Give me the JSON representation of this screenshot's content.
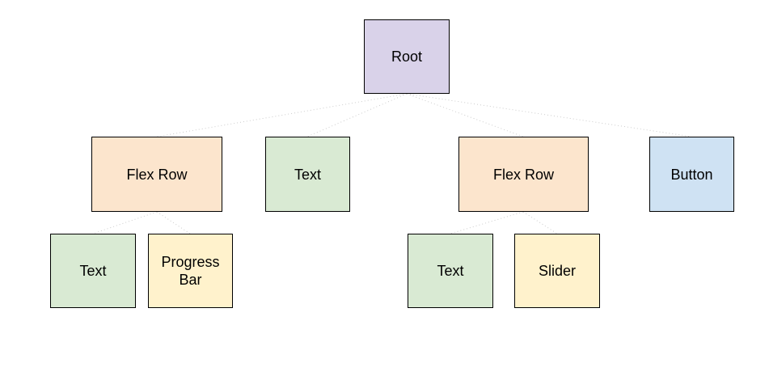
{
  "colors": {
    "root": "#d9d2e9",
    "flex_row": "#fce5cd",
    "text": "#d9ead3",
    "leaf_control": "#fff2cc",
    "button": "#cfe2f3",
    "border": "#000000",
    "connector": "#cccccc"
  },
  "nodes": {
    "root": "Root",
    "flex_row_left": "Flex Row",
    "text_middle": "Text",
    "flex_row_right": "Flex Row",
    "button": "Button",
    "text_left_child": "Text",
    "progress_bar": "Progress\nBar",
    "text_right_child": "Text",
    "slider": "Slider"
  }
}
